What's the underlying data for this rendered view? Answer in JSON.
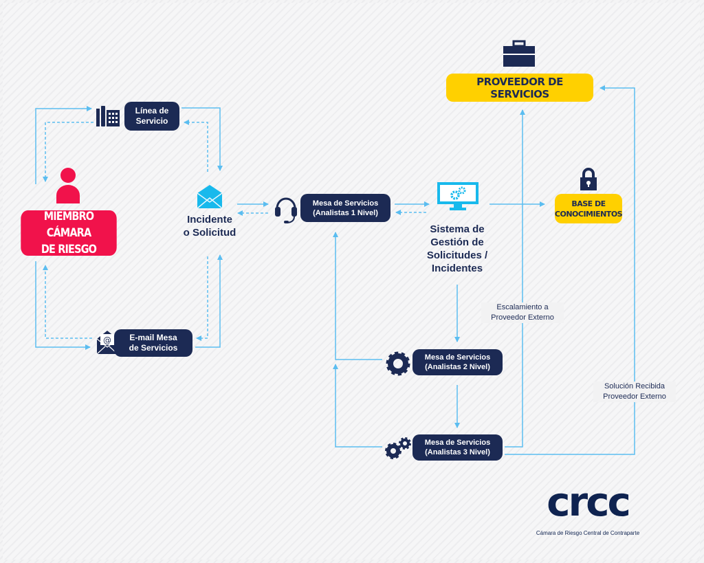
{
  "nodes": {
    "member": {
      "line1": "MIEMBRO CÁMARA",
      "line2": "DE RIESGO"
    },
    "service_line": {
      "line1": "Línea de",
      "line2": "Servicio"
    },
    "email_desk": {
      "line1": "E-mail Mesa",
      "line2": "de Servicios"
    },
    "incident": {
      "line1": "Incidente",
      "line2": "o Solicitud"
    },
    "desk_level1": {
      "line1": "Mesa de Servicios",
      "line2": "(Analistas 1 Nivel)"
    },
    "system": {
      "line1": "Sistema de",
      "line2": "Gestión de",
      "line3": "Solicitudes /",
      "line4": "Incidentes"
    },
    "knowledge_base": {
      "line1": "BASE DE",
      "line2": "CONOCIMIENTOS"
    },
    "provider": {
      "label": "PROVEEDOR DE SERVICIOS"
    },
    "desk_level2": {
      "line1": "Mesa de Servicios",
      "line2": "(Analistas 2 Nivel)"
    },
    "desk_level3": {
      "line1": "Mesa de Servicios",
      "line2": "(Analistas 3 Nivel)"
    }
  },
  "edge_labels": {
    "escalation": {
      "line1": "Escalamiento a",
      "line2": "Proveedor Externo"
    },
    "solution": {
      "line1": "Solución Recibida",
      "line2": "Proveedor Externo"
    }
  },
  "logo": {
    "text": "crcc",
    "tagline": "Cámara de Riesgo Central de Contraparte"
  },
  "colors": {
    "navy": "#1c2a54",
    "red": "#f1124b",
    "yellow": "#ffd000",
    "arrow": "#5bbdf0",
    "icon_cyan": "#18b9ec"
  }
}
